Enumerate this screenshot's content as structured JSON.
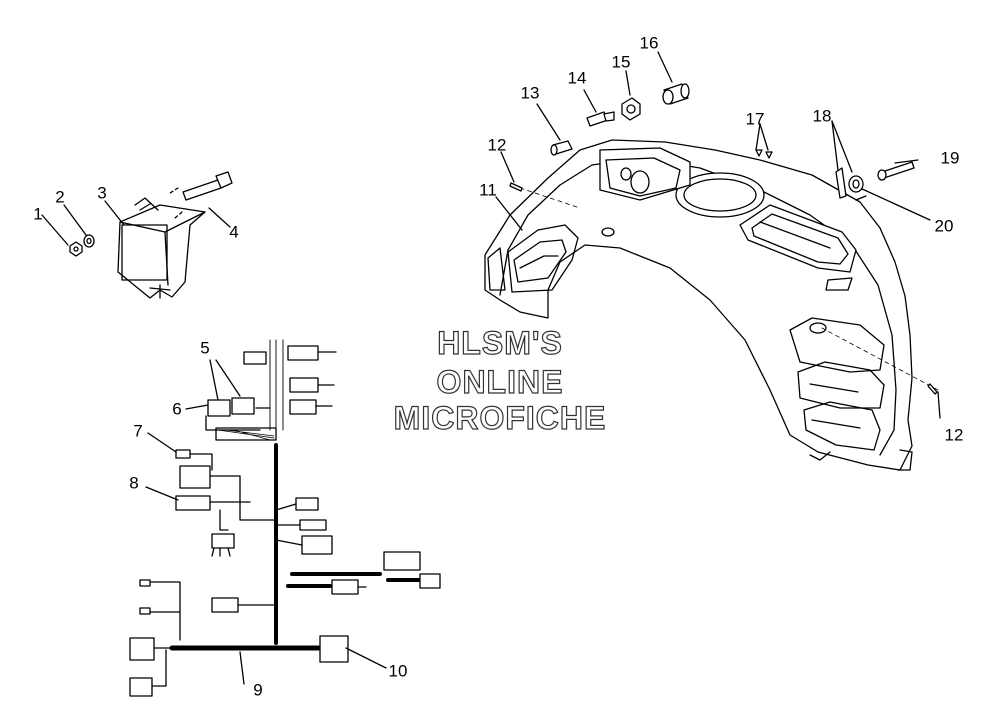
{
  "callouts": [
    "1",
    "2",
    "3",
    "4",
    "5",
    "6",
    "7",
    "8",
    "9",
    "10",
    "11",
    "12",
    "13",
    "14",
    "15",
    "16",
    "17",
    "18",
    "19",
    "20",
    "12"
  ],
  "watermark": {
    "line1": "HLSM'S",
    "line2": "ONLINE",
    "line3": "MICROFICHE"
  }
}
